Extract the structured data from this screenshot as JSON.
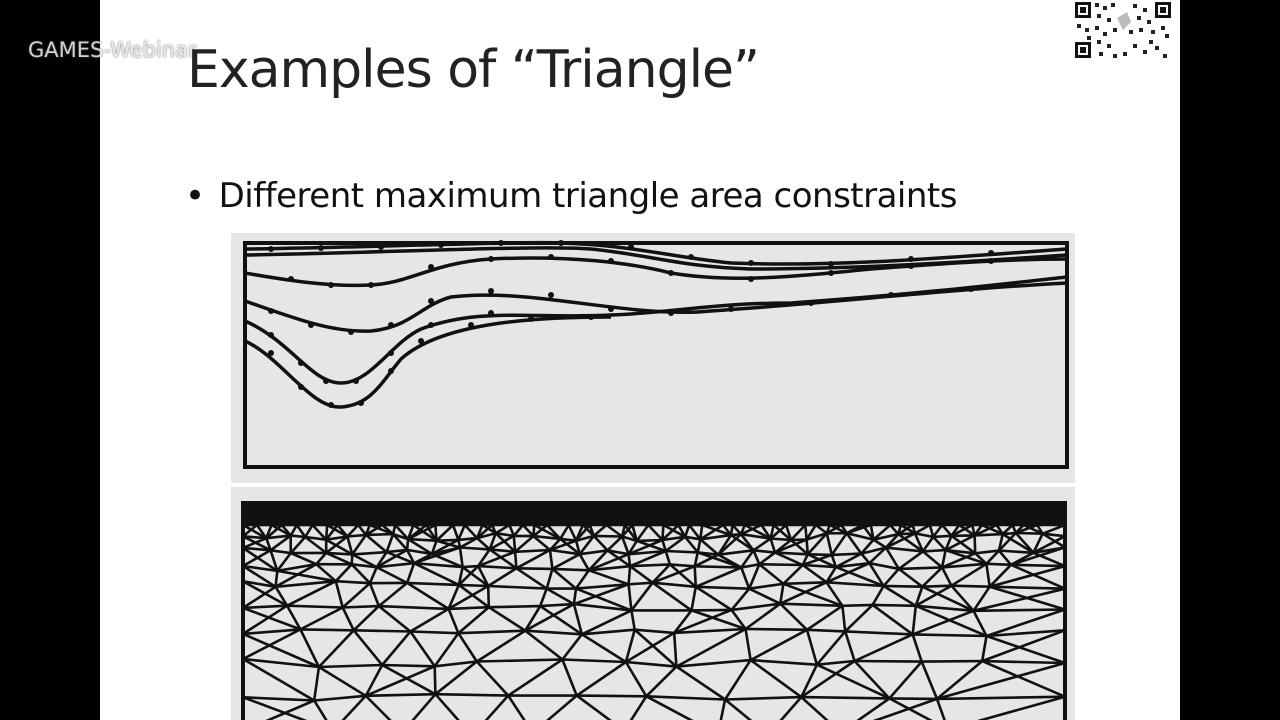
{
  "watermark": "GAMES-Webinar",
  "slide": {
    "title": "Examples of “Triangle”",
    "bullets": [
      {
        "text": "Different maximum triangle area constraints"
      }
    ]
  },
  "figures": [
    {
      "name": "layered-boundary-curves",
      "colors": {
        "background": "#e6e6e6",
        "stroke": "#111111"
      }
    },
    {
      "name": "triangle-mesh",
      "colors": {
        "background": "#e6e6e6",
        "stroke": "#111111"
      }
    }
  ],
  "qr_icon": "qr-code-icon"
}
